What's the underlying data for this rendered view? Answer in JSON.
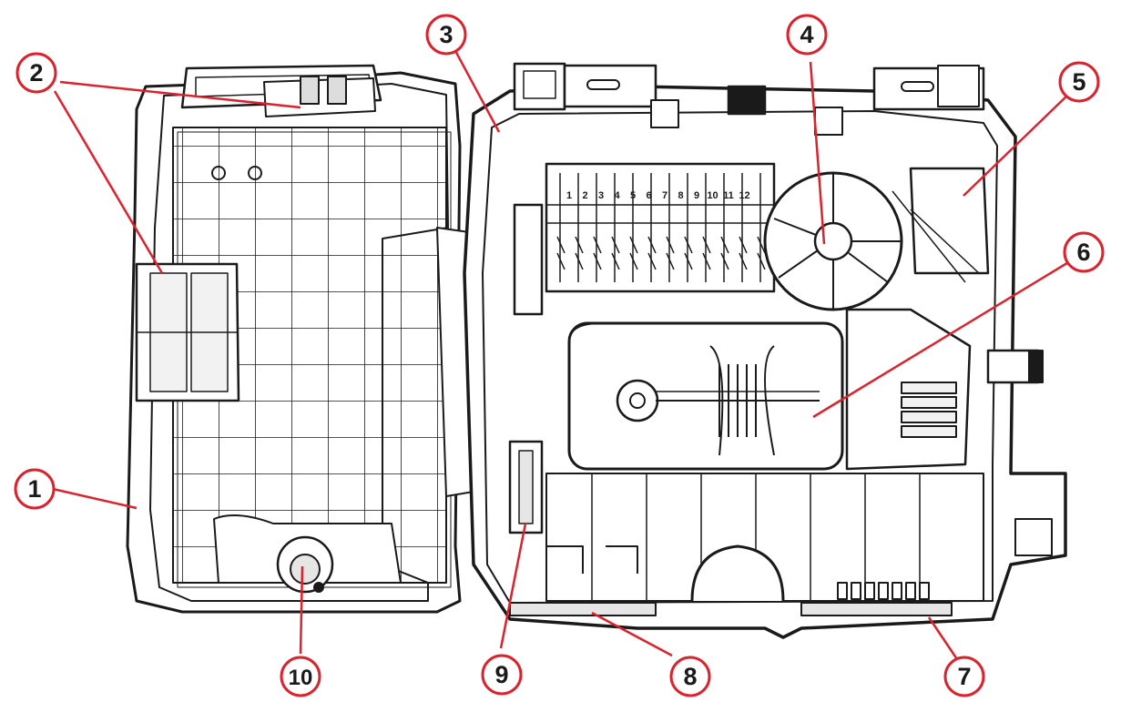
{
  "diagram": {
    "callouts": [
      {
        "id": "1",
        "label": "1"
      },
      {
        "id": "2",
        "label": "2"
      },
      {
        "id": "3",
        "label": "3"
      },
      {
        "id": "4",
        "label": "4"
      },
      {
        "id": "5",
        "label": "5"
      },
      {
        "id": "6",
        "label": "6"
      },
      {
        "id": "7",
        "label": "7"
      },
      {
        "id": "8",
        "label": "8"
      },
      {
        "id": "9",
        "label": "9"
      },
      {
        "id": "10",
        "label": "10"
      }
    ],
    "port_numbers": [
      "1",
      "2",
      "3",
      "4",
      "5",
      "6",
      "7",
      "8",
      "9",
      "10",
      "11",
      "12"
    ],
    "colors": {
      "callout_ring": "#d9232e",
      "leader_line": "#d9232e",
      "outline": "#1a1a1a",
      "background": "#ffffff"
    }
  }
}
